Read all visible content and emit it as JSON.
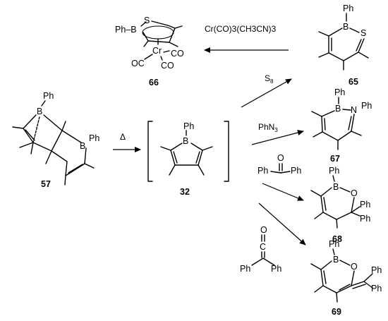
{
  "compounds": {
    "c57": "57",
    "c32": "32",
    "c65": "65",
    "c66": "66",
    "c67": "67",
    "c68": "68",
    "c69": "69"
  },
  "atoms": {
    "ph": "Ph",
    "ph_b": "Ph–B",
    "b": "B",
    "s": "S",
    "n": "N",
    "o": "O",
    "cr": "Cr",
    "co": "CO",
    "oc": "OC",
    "c": "C"
  },
  "reagents": {
    "heat": "Δ",
    "cr_complex": "Cr(CO)3(CH3CN)3",
    "s8": "S8",
    "phn3": "PhN3"
  }
}
